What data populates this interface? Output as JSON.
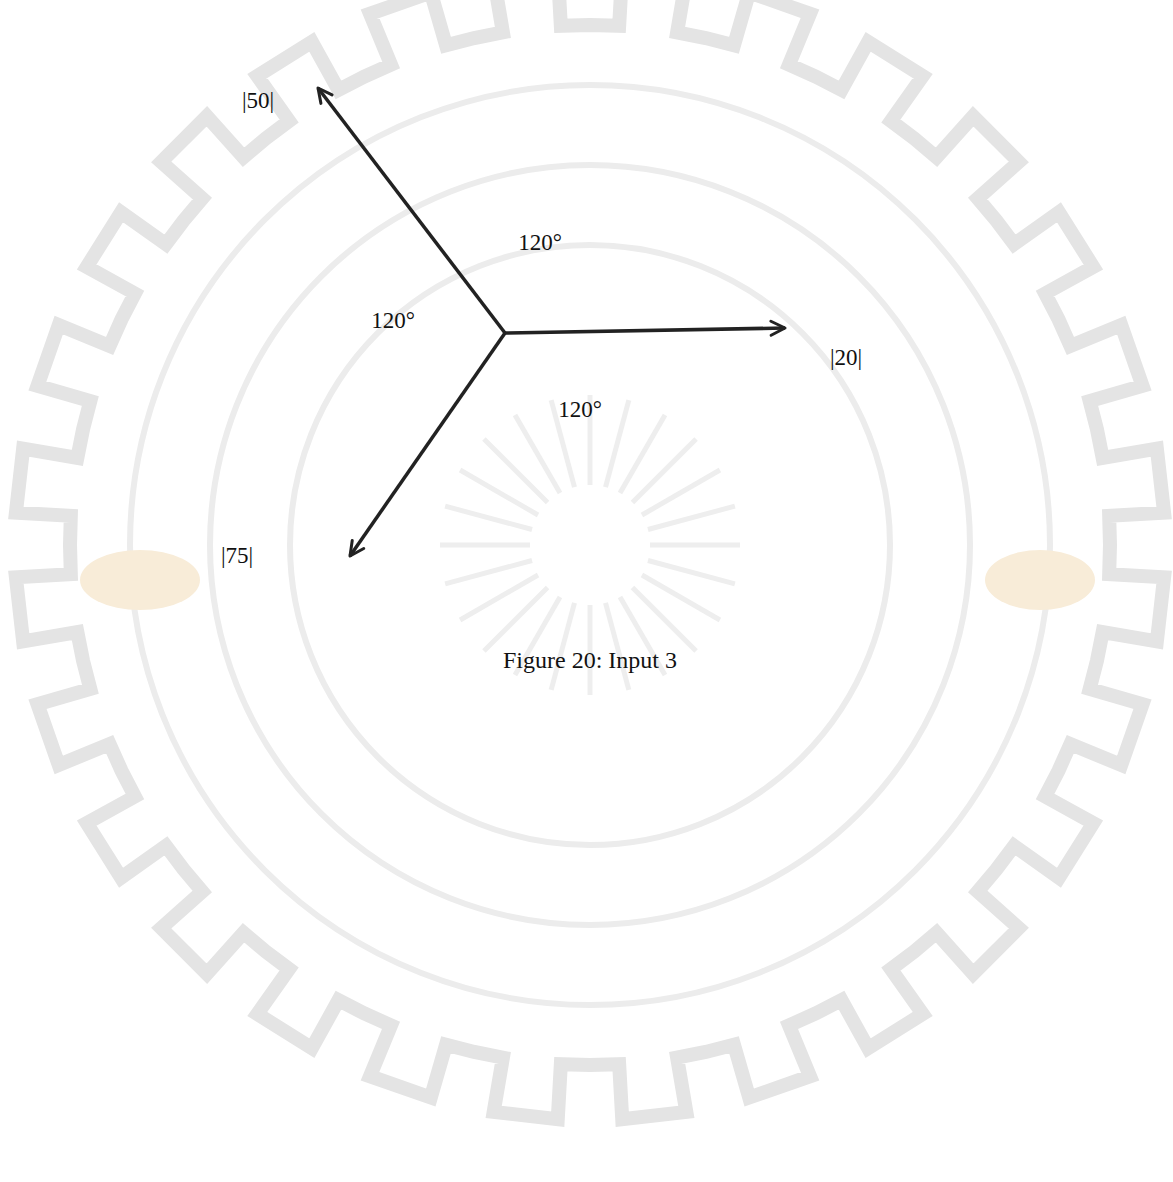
{
  "diagram": {
    "caption": "Figure 20: Input 3",
    "labels": [
      "|50|",
      "120°",
      "120°",
      "|20|",
      "120°",
      "|75|"
    ]
  }
}
